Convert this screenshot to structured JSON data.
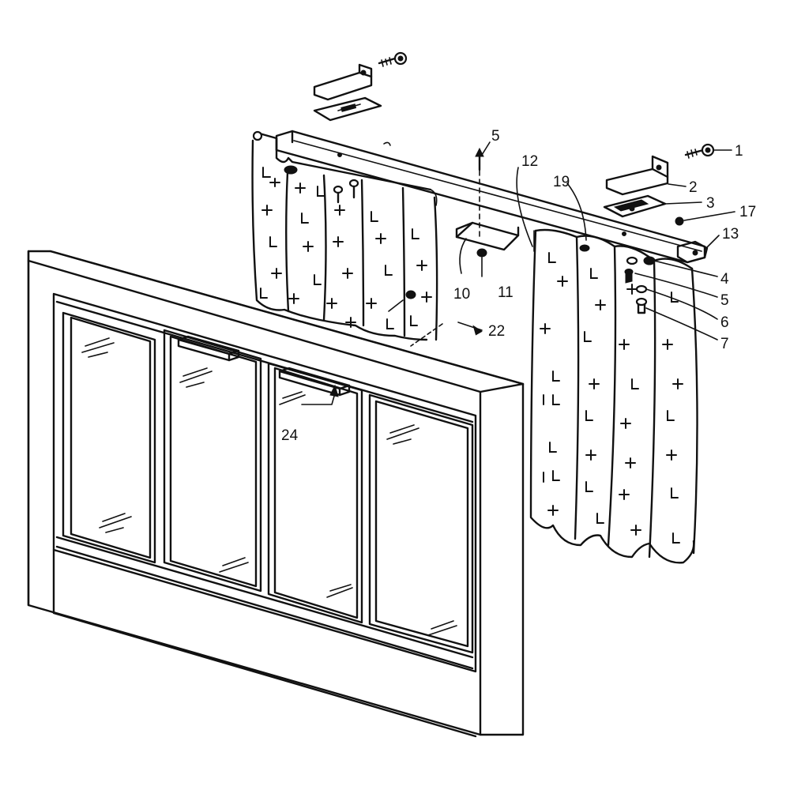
{
  "callouts": [
    {
      "id": "1",
      "text": "1"
    },
    {
      "id": "2",
      "text": "2"
    },
    {
      "id": "3",
      "text": "3"
    },
    {
      "id": "4",
      "text": "4"
    },
    {
      "id": "5a",
      "text": "5"
    },
    {
      "id": "5b",
      "text": "5"
    },
    {
      "id": "6",
      "text": "6"
    },
    {
      "id": "7",
      "text": "7"
    },
    {
      "id": "10",
      "text": "10"
    },
    {
      "id": "11",
      "text": "11"
    },
    {
      "id": "12",
      "text": "12"
    },
    {
      "id": "13",
      "text": "13"
    },
    {
      "id": "17",
      "text": "17"
    },
    {
      "id": "19",
      "text": "19"
    },
    {
      "id": "22",
      "text": "22"
    },
    {
      "id": "24",
      "text": "24"
    }
  ]
}
